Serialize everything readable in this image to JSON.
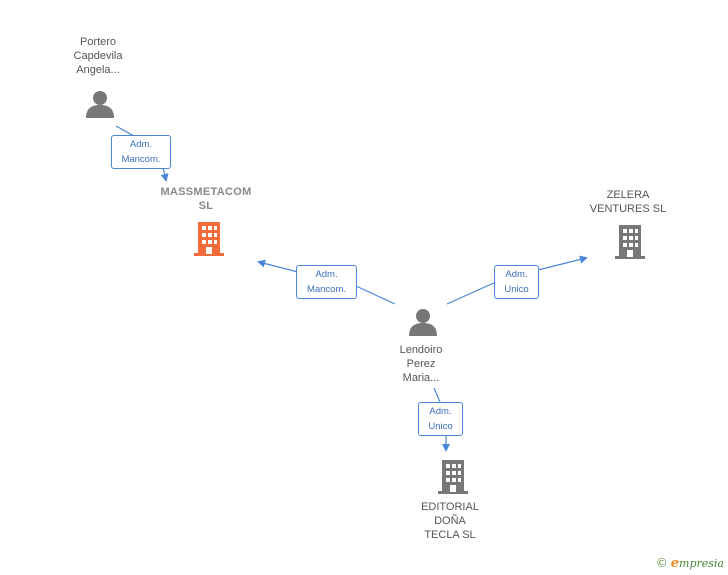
{
  "nodes": {
    "portero": {
      "lines": [
        "Portero",
        "Capdevila",
        "Angela..."
      ]
    },
    "massmetacom": {
      "lines": [
        "MASSMETACOM",
        "SL"
      ]
    },
    "zelera": {
      "lines": [
        "ZELERA",
        "VENTURES SL"
      ]
    },
    "lendoiro": {
      "lines": [
        "Lendoiro",
        "Perez",
        "Maria..."
      ]
    },
    "editorial": {
      "lines": [
        "EDITORIAL",
        "DOÑA",
        "TECLA SL"
      ]
    }
  },
  "relations": {
    "portero_massmetacom": {
      "lines": [
        "Adm.",
        "Mancom."
      ]
    },
    "lendoiro_massmetacom": {
      "lines": [
        "Adm.",
        "Mancom."
      ]
    },
    "lendoiro_zelera": {
      "lines": [
        "Adm.",
        "Unico"
      ]
    },
    "lendoiro_editorial": {
      "lines": [
        "Adm.",
        "Unico"
      ]
    }
  },
  "colors": {
    "edge": "#4a86d8",
    "person_icon": "#777777",
    "company_icon": "#777777",
    "highlight_company_icon": "#f26a3a"
  },
  "icons": {
    "person": "person-icon",
    "company": "building-icon"
  },
  "footer": {
    "copyright": "©",
    "brand_initial": "e",
    "brand_rest": "mpresia"
  }
}
